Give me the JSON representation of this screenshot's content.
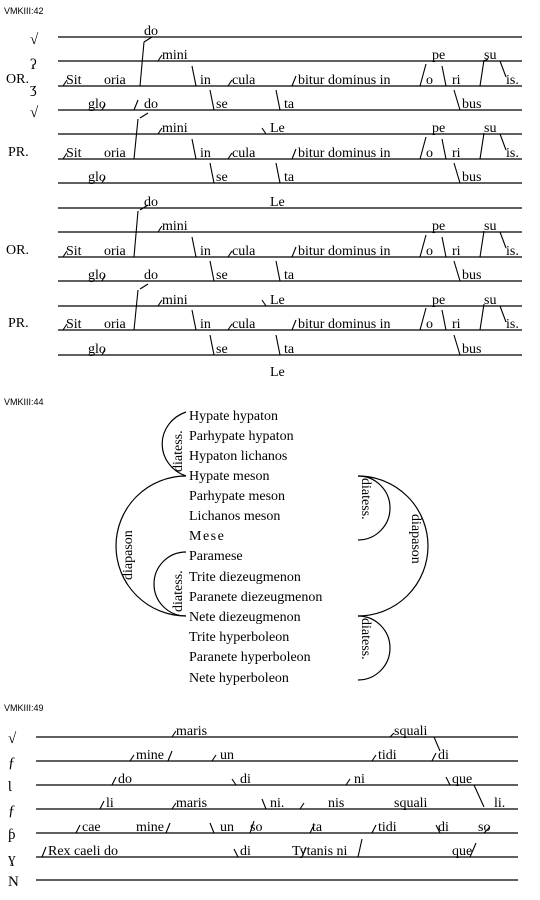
{
  "fig42": {
    "label": "VMKIII:42",
    "clefs": [
      "√",
      "ʔ",
      "ʒ",
      "√"
    ],
    "row_labels": [
      "OR.",
      "PR.",
      "OR.",
      "PR."
    ],
    "words": {
      "do": "do",
      "mini": "mini",
      "pe": "pe",
      "su": "su",
      "sit": "Sit",
      "oria": "oria",
      "in": "in",
      "cula": "cula",
      "bitur": "bitur dominus in",
      "o": "o",
      "ri": "ri",
      "is": "is.",
      "glo": "glo",
      "se": "se",
      "ta": "ta",
      "bus": "bus",
      "le": "Le"
    }
  },
  "fig44": {
    "label": "VMKIII:44",
    "notes": [
      "Hypate hypaton",
      "Parhypate hypaton",
      "Hypaton lichanos",
      "Hypate meson",
      "Parhypate meson",
      "Lichanos meson",
      "Mese",
      "Paramese",
      "Trite diezeugmenon",
      "Paranete diezeugmenon",
      "Nete diezeugmenon",
      "Trite hyperboleon",
      "Paranete hyperboleon",
      "Nete hyperboleon"
    ],
    "diatess": "diatess.",
    "diapason": "diapason"
  },
  "fig49": {
    "label": "VMKIII:49",
    "clefs": [
      "√",
      "ƒ",
      "Ɩ",
      "ƒ",
      "ƥ",
      "ɣ",
      "N"
    ],
    "words": {
      "maris": "maris",
      "squali": "squali",
      "mine": "mine",
      "un": "un",
      "tidi": "tidi",
      "di": "di",
      "do": "do",
      "ni": "ni",
      "que": "que",
      "li": "li",
      "ni_dot": "ni.",
      "nis": "nis",
      "li_dot": "li.",
      "cae": "cae",
      "so": "so",
      "ta": "ta",
      "rex": "Rex caeli do",
      "tytanis": "Tytanis ni"
    }
  }
}
